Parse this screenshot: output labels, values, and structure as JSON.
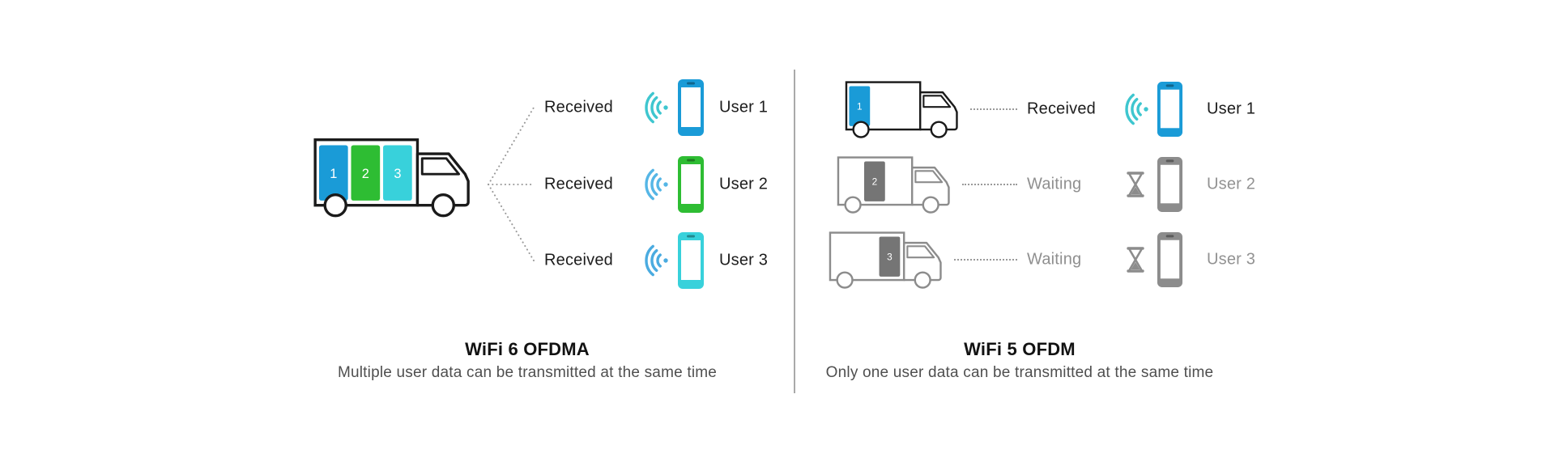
{
  "lines": {
    "dotted_color": "#9a9a9a",
    "divider_color": "#9a9a9a"
  },
  "left_panel": {
    "title": "WiFi 6 OFDMA",
    "subtitle": "Multiple user data can be transmitted at the same time",
    "truck": {
      "outline": "#1a1a1a",
      "packages": [
        {
          "label": "1",
          "color": "#1a9bd7",
          "slot": 0
        },
        {
          "label": "2",
          "color": "#2ebd33",
          "slot": 1
        },
        {
          "label": "3",
          "color": "#38d1db",
          "slot": 2
        }
      ]
    },
    "rows": [
      {
        "status": "Received",
        "status_color": "#1c1c1c",
        "icon": "wifi-signal",
        "icon_color": "#3ec6cf",
        "phone_color": "#1a9bd7",
        "user": "User 1",
        "user_color": "#1c1c1c"
      },
      {
        "status": "Received",
        "status_color": "#1c1c1c",
        "icon": "wifi-signal",
        "icon_color": "#55b6e6",
        "phone_color": "#2ebd33",
        "user": "User 2",
        "user_color": "#1c1c1c"
      },
      {
        "status": "Received",
        "status_color": "#1c1c1c",
        "icon": "wifi-signal",
        "icon_color": "#4aabe0",
        "phone_color": "#38d1db",
        "user": "User 3",
        "user_color": "#1c1c1c"
      }
    ]
  },
  "right_panel": {
    "title": "WiFi 5 OFDM",
    "subtitle": "Only one user data can be transmitted at the same time",
    "rows": [
      {
        "truck": {
          "outline": "#1a1a1a",
          "packages": [
            {
              "label": "1",
              "color": "#1a9bd7",
              "slot": 0
            }
          ]
        },
        "status": "Received",
        "status_color": "#1c1c1c",
        "icon": "wifi-signal",
        "icon_color": "#3ec6cf",
        "phone_color": "#1a9bd7",
        "user": "User 1",
        "user_color": "#1c1c1c"
      },
      {
        "truck": {
          "outline": "#8c8c8c",
          "packages": [
            {
              "label": "2",
              "color": "#757575",
              "slot": 1
            }
          ]
        },
        "status": "Waiting",
        "status_color": "#8f8f8f",
        "icon": "hourglass",
        "icon_color": "#8c8c8c",
        "phone_color": "#8c8c8c",
        "user": "User 2",
        "user_color": "#929292"
      },
      {
        "truck": {
          "outline": "#8c8c8c",
          "packages": [
            {
              "label": "3",
              "color": "#757575",
              "slot": 2
            }
          ]
        },
        "status": "Waiting",
        "status_color": "#8f8f8f",
        "icon": "hourglass",
        "icon_color": "#8c8c8c",
        "phone_color": "#8c8c8c",
        "user": "User 3",
        "user_color": "#929292"
      }
    ]
  }
}
